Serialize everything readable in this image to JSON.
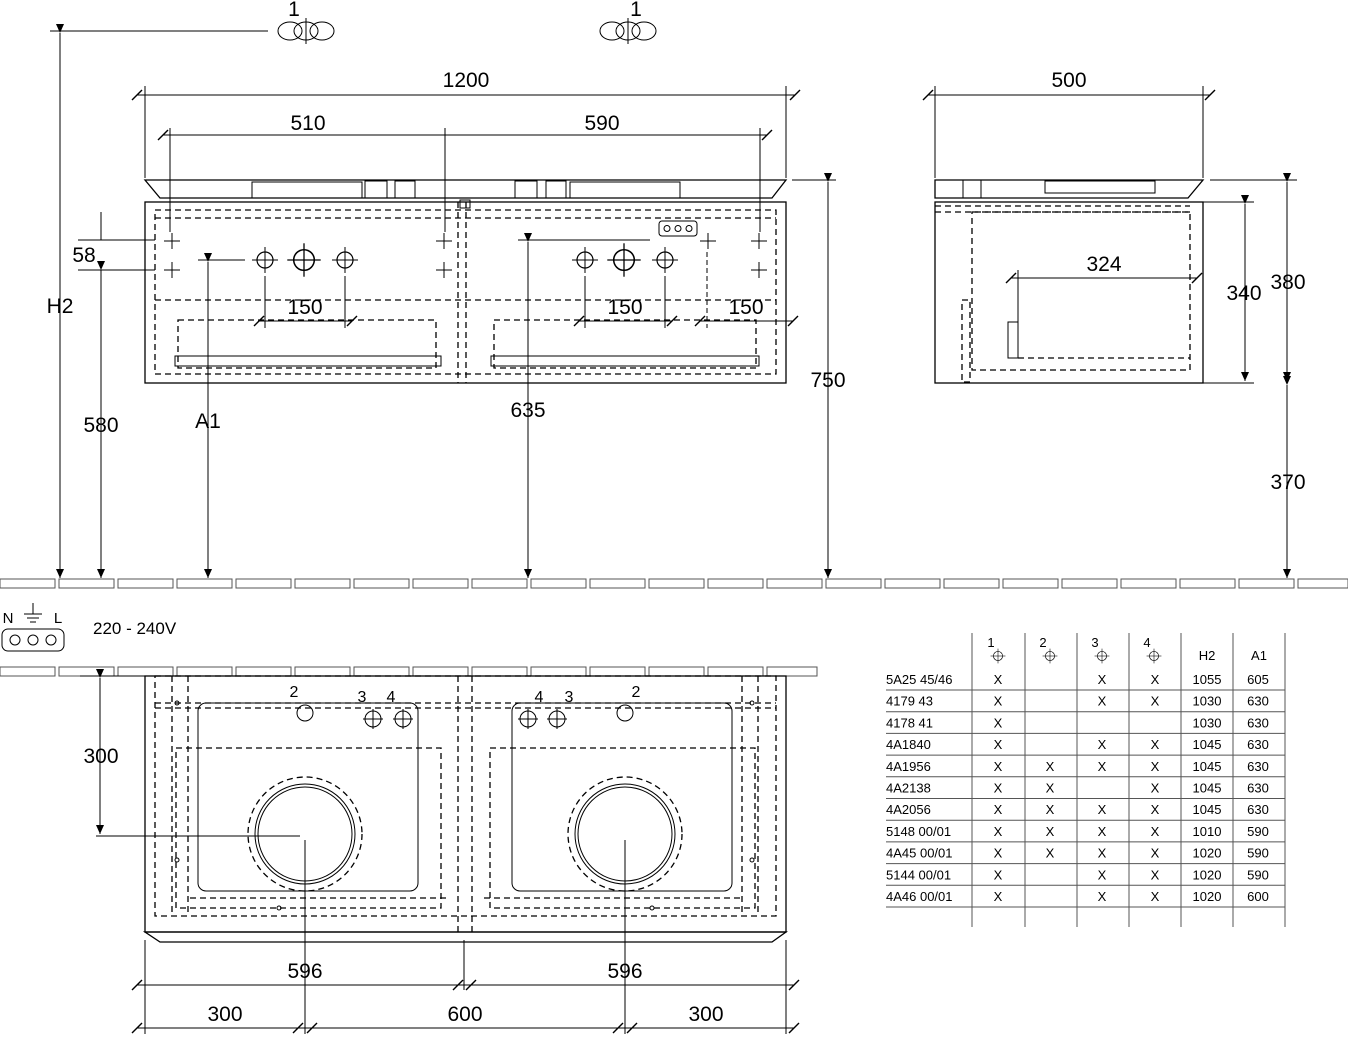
{
  "front_view": {
    "fixture_callouts": [
      "1",
      "1"
    ],
    "width_total": "1200",
    "width_left": "510",
    "width_right": "590",
    "dim_58": "58",
    "dim_h2": "H2",
    "dim_580": "580",
    "dim_a1": "A1",
    "dim_635": "635",
    "dim_750": "750",
    "spacing_150": [
      "150",
      "150",
      "150"
    ]
  },
  "side_view": {
    "depth": "500",
    "inner_depth": "324",
    "drawer_height": "340",
    "body_height": "380",
    "floor_clearance": "370"
  },
  "electrical": {
    "labels": [
      "N",
      "L"
    ],
    "voltage": "220 - 240V"
  },
  "plan_view": {
    "dim_300_depth": "300",
    "basin_widths": [
      "596",
      "596"
    ],
    "bottom_offsets": [
      "300",
      "600",
      "300"
    ],
    "left_hole_labels": [
      "2",
      "3",
      "4"
    ],
    "right_hole_labels": [
      "4",
      "3",
      "2"
    ]
  },
  "table": {
    "headers": [
      "1",
      "2",
      "3",
      "4",
      "H2",
      "A1"
    ],
    "rows": [
      [
        "5A25 45/46",
        "X",
        "",
        "X",
        "X",
        "1055",
        "605"
      ],
      [
        "4179 43",
        "X",
        "",
        "X",
        "X",
        "1030",
        "630"
      ],
      [
        "4178 41",
        "X",
        "",
        "",
        "",
        "1030",
        "630"
      ],
      [
        "4A1840",
        "X",
        "",
        "X",
        "X",
        "1045",
        "630"
      ],
      [
        "4A1956",
        "X",
        "X",
        "X",
        "X",
        "1045",
        "630"
      ],
      [
        "4A2138",
        "X",
        "X",
        "",
        "X",
        "1045",
        "630"
      ],
      [
        "4A2056",
        "X",
        "X",
        "X",
        "X",
        "1045",
        "630"
      ],
      [
        "5148 00/01",
        "X",
        "X",
        "X",
        "X",
        "1010",
        "590"
      ],
      [
        "4A45 00/01",
        "X",
        "X",
        "X",
        "X",
        "1020",
        "590"
      ],
      [
        "5144 00/01",
        "X",
        "",
        "X",
        "X",
        "1020",
        "590"
      ],
      [
        "4A46 00/01",
        "X",
        "",
        "X",
        "X",
        "1020",
        "600"
      ]
    ]
  }
}
